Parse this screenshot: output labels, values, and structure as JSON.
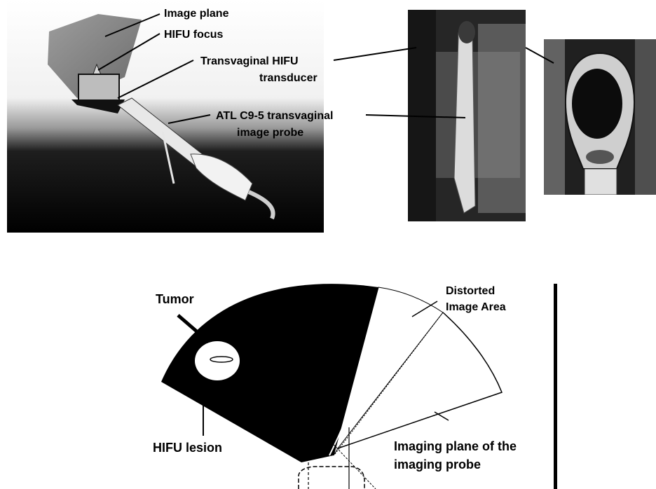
{
  "top_labels": {
    "image_plane": "Image plane",
    "hifu_focus": "HIFU focus",
    "transvaginal_hifu_line1": "Transvaginal HIFU",
    "transvaginal_hifu_line2": "transducer",
    "atl_probe_line1": "ATL C9-5 transvaginal",
    "atl_probe_line2": "image probe"
  },
  "bottom_labels": {
    "tumor": "Tumor",
    "distorted_line1": "Distorted",
    "distorted_line2": "Image Area",
    "hifu_lesion": "HIFU lesion",
    "imaging_plane_line1": "Imaging plane of the",
    "imaging_plane_line2": "imaging probe"
  },
  "colors": {
    "ink": "#000000",
    "background": "#ffffff",
    "photo_dark": "#1a1a1a",
    "photo_mid": "#8a8a8a",
    "photo_light": "#d9d9d9"
  }
}
